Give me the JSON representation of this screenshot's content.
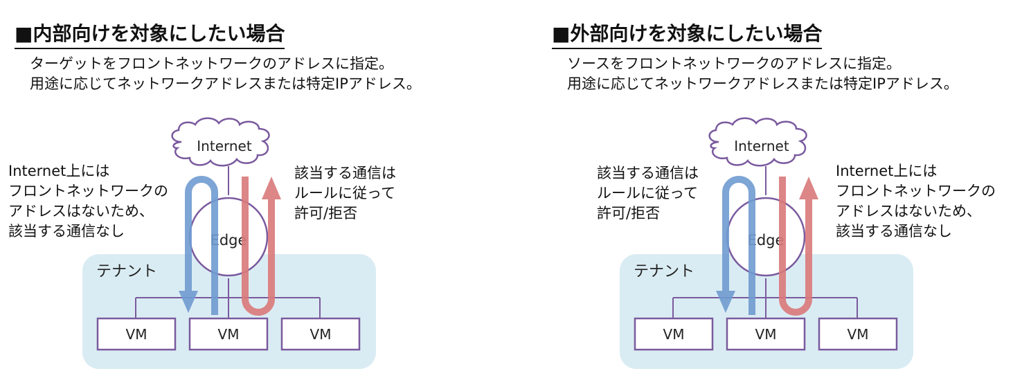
{
  "left": {
    "heading_mark": "■",
    "heading_text": "内部向けを対象にしたい場合",
    "desc_line1": "ターゲットをフロントネットワークのアドレスに指定。",
    "desc_line2": "用途に応じてネットワークアドレスまたは特定IPアドレス。",
    "blocked_note": [
      "Internet上には",
      "フロントネットワークの",
      "アドレスはないため、",
      "該当する通信なし"
    ],
    "allowed_note": [
      "該当する通信は",
      "ルールに従って",
      "許可/拒否"
    ]
  },
  "right": {
    "heading_mark": "■",
    "heading_text": "外部向けを対象にしたい場合",
    "desc_line1": "ソースをフロントネットワークのアドレスに指定。",
    "desc_line2": "用途に応じてネットワークアドレスまたは特定IPアドレス。",
    "allowed_note": [
      "該当する通信は",
      "ルールに従って",
      "許可/拒否"
    ],
    "blocked_note": [
      "Internet上には",
      "フロントネットワークの",
      "アドレスはないため、",
      "該当する通信なし"
    ]
  },
  "diagram": {
    "internet_label": "Internet",
    "edge_label": "Edge",
    "tenant_label": "テナント",
    "vm_labels": [
      "VM",
      "VM",
      "VM"
    ]
  },
  "colors": {
    "purple": "#7a5a9e",
    "tenant_bg": "#daecf3",
    "blue_arrow": "#6f9bd0",
    "red_arrow": "#d9797a"
  }
}
